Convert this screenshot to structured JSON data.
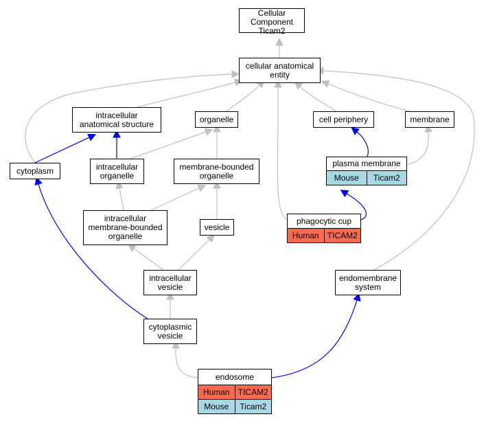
{
  "colors": {
    "is_a_edge": "#c0c0c0",
    "part_of_edge": "#0000ff",
    "human_fill": "#fa6a4f",
    "mouse_fill": "#a8d8e6",
    "node_border": "#000000"
  },
  "nodes": [
    {
      "id": "root",
      "lines": [
        "Cellular Component",
        "Ticam2"
      ]
    },
    {
      "id": "cae",
      "lines": [
        "cellular anatomical",
        "entity"
      ]
    },
    {
      "id": "ias",
      "lines": [
        "intracellular",
        "anatomical structure"
      ]
    },
    {
      "id": "organelle",
      "lines": [
        "organelle"
      ]
    },
    {
      "id": "cellperiph",
      "lines": [
        "cell periphery"
      ]
    },
    {
      "id": "membrane",
      "lines": [
        "membrane"
      ]
    },
    {
      "id": "cytoplasm",
      "lines": [
        "cytoplasm"
      ]
    },
    {
      "id": "intraorg",
      "lines": [
        "intracellular",
        "organelle"
      ]
    },
    {
      "id": "mbo",
      "lines": [
        "membrane-bounded",
        "organelle"
      ]
    },
    {
      "id": "pm",
      "lines": [
        "plasma membrane"
      ],
      "rows": [
        {
          "species": "Mouse",
          "gene": "Ticam2"
        }
      ]
    },
    {
      "id": "imbo",
      "lines": [
        "intracellular",
        "membrane-bounded",
        "organelle"
      ]
    },
    {
      "id": "vesicle",
      "lines": [
        "vesicle"
      ]
    },
    {
      "id": "phago",
      "lines": [
        "phagocytic cup"
      ],
      "rows": [
        {
          "species": "Human",
          "gene": "TICAM2"
        }
      ]
    },
    {
      "id": "iv",
      "lines": [
        "intracellular",
        "vesicle"
      ]
    },
    {
      "id": "endomem",
      "lines": [
        "endomembrane",
        "system"
      ]
    },
    {
      "id": "cytovesicle",
      "lines": [
        "cytoplasmic",
        "vesicle"
      ]
    },
    {
      "id": "endosome",
      "lines": [
        "endosome"
      ],
      "rows": [
        {
          "species": "Human",
          "gene": "TICAM2"
        },
        {
          "species": "Mouse",
          "gene": "Ticam2"
        }
      ]
    }
  ],
  "edges": [
    {
      "from": "cae",
      "to": "root",
      "type": "is_a"
    },
    {
      "from": "ias",
      "to": "cae",
      "type": "is_a"
    },
    {
      "from": "organelle",
      "to": "cae",
      "type": "is_a"
    },
    {
      "from": "cellperiph",
      "to": "cae",
      "type": "is_a"
    },
    {
      "from": "membrane",
      "to": "cae",
      "type": "is_a"
    },
    {
      "from": "cytoplasm",
      "to": "cae",
      "type": "is_a"
    },
    {
      "from": "phago",
      "to": "cae",
      "type": "is_a"
    },
    {
      "from": "endomem",
      "to": "cae",
      "type": "is_a"
    },
    {
      "from": "cytoplasm",
      "to": "ias",
      "type": "part_of"
    },
    {
      "from": "intraorg",
      "to": "ias",
      "type": "part_of"
    },
    {
      "from": "intraorg",
      "to": "organelle",
      "type": "is_a"
    },
    {
      "from": "mbo",
      "to": "organelle",
      "type": "is_a"
    },
    {
      "from": "pm",
      "to": "cellperiph",
      "type": "part_of"
    },
    {
      "from": "pm",
      "to": "membrane",
      "type": "is_a"
    },
    {
      "from": "imbo",
      "to": "intraorg",
      "type": "is_a"
    },
    {
      "from": "imbo",
      "to": "mbo",
      "type": "is_a"
    },
    {
      "from": "vesicle",
      "to": "mbo",
      "type": "is_a"
    },
    {
      "from": "phago",
      "to": "pm",
      "type": "part_of"
    },
    {
      "from": "iv",
      "to": "imbo",
      "type": "is_a"
    },
    {
      "from": "iv",
      "to": "vesicle",
      "type": "is_a"
    },
    {
      "from": "cytovesicle",
      "to": "iv",
      "type": "is_a"
    },
    {
      "from": "cytovesicle",
      "to": "cytoplasm",
      "type": "part_of"
    },
    {
      "from": "endosome",
      "to": "cytovesicle",
      "type": "is_a"
    },
    {
      "from": "endosome",
      "to": "endomem",
      "type": "part_of"
    }
  ]
}
